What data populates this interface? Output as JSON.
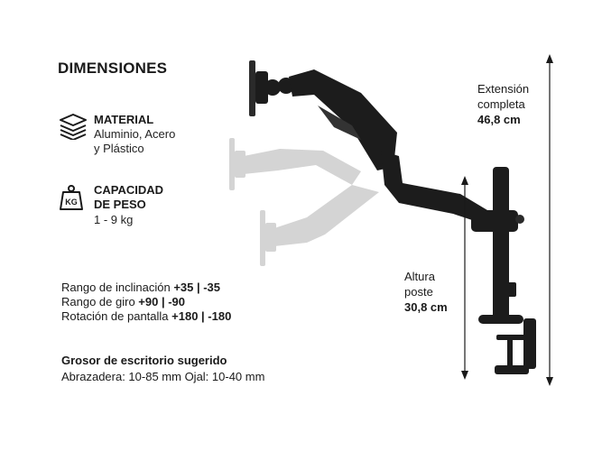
{
  "title": "DIMENSIONES",
  "material": {
    "label": "MATERIAL",
    "value_line1": "Aluminio, Acero",
    "value_line2": "y Plástico"
  },
  "capacity": {
    "label_line1": "CAPACIDAD",
    "label_line2": "DE PESO",
    "value": "1 - 9 kg",
    "icon_text": "KG"
  },
  "ranges": [
    {
      "label": "Rango de inclinación ",
      "value": "+35 | -35"
    },
    {
      "label": "Rango de giro ",
      "value": "+90 | -90"
    },
    {
      "label": "Rotación de pantalla ",
      "value": "+180 | -180"
    }
  ],
  "desk": {
    "heading": "Grosor de escritorio sugerido",
    "value": "Abrazadera: 10-85 mm Ojal: 10-40 mm"
  },
  "extension": {
    "line1": "Extensión",
    "line2": "completa",
    "value": "46,8 cm"
  },
  "pole": {
    "line1": "Altura",
    "line2": "poste",
    "value": "30,8 cm"
  },
  "colors": {
    "text": "#1a1a1a",
    "arm": "#1c1c1c",
    "ghost": "#c9c9c9"
  }
}
